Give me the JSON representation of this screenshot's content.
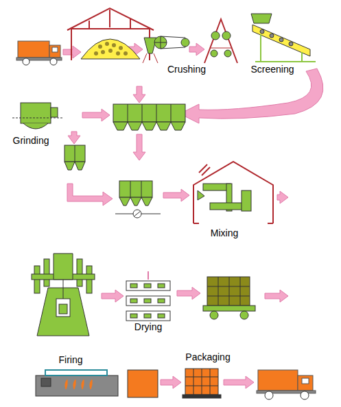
{
  "diagram": {
    "labels": [
      "Crushing",
      "Screening",
      "Grinding",
      "Mixing",
      "Drying",
      "Firing",
      "Packaging"
    ]
  }
}
